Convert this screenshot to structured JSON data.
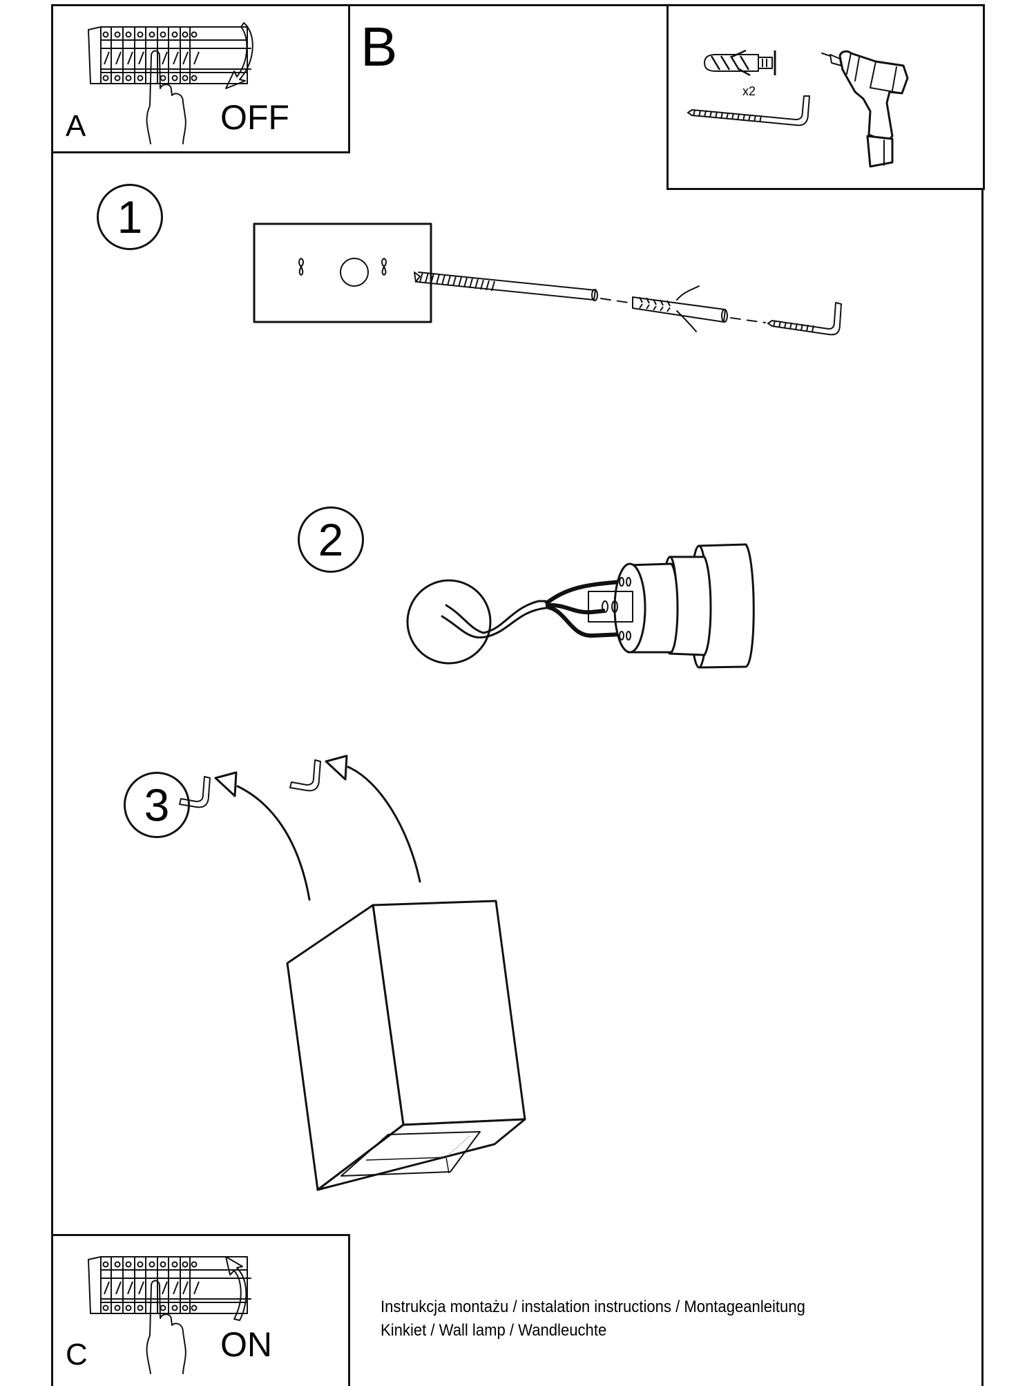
{
  "document": {
    "title_line_1": "Instrukcja montażu / instalation instructions / Montageanleitung",
    "title_line_2": "Kinkiet / Wall lamp / Wandleuchte"
  },
  "panels": {
    "a": {
      "label": "A",
      "action": "OFF",
      "icon": "circuit-breaker-off-icon"
    },
    "b": {
      "label": "B",
      "quantity": "x2",
      "icons": [
        "wall-plug-icon",
        "hook-screw-icon",
        "drill-icon"
      ]
    },
    "c": {
      "label": "C",
      "action": "ON",
      "icon": "circuit-breaker-on-icon"
    }
  },
  "steps": [
    {
      "number": "1",
      "description_icon": "mount-plate-to-wall-icon"
    },
    {
      "number": "2",
      "description_icon": "connect-wires-to-socket-icon"
    },
    {
      "number": "3",
      "description_icon": "hang-lamp-on-hooks-icon"
    }
  ],
  "colors": {
    "ink": "#111111",
    "paper": "#ffffff"
  }
}
